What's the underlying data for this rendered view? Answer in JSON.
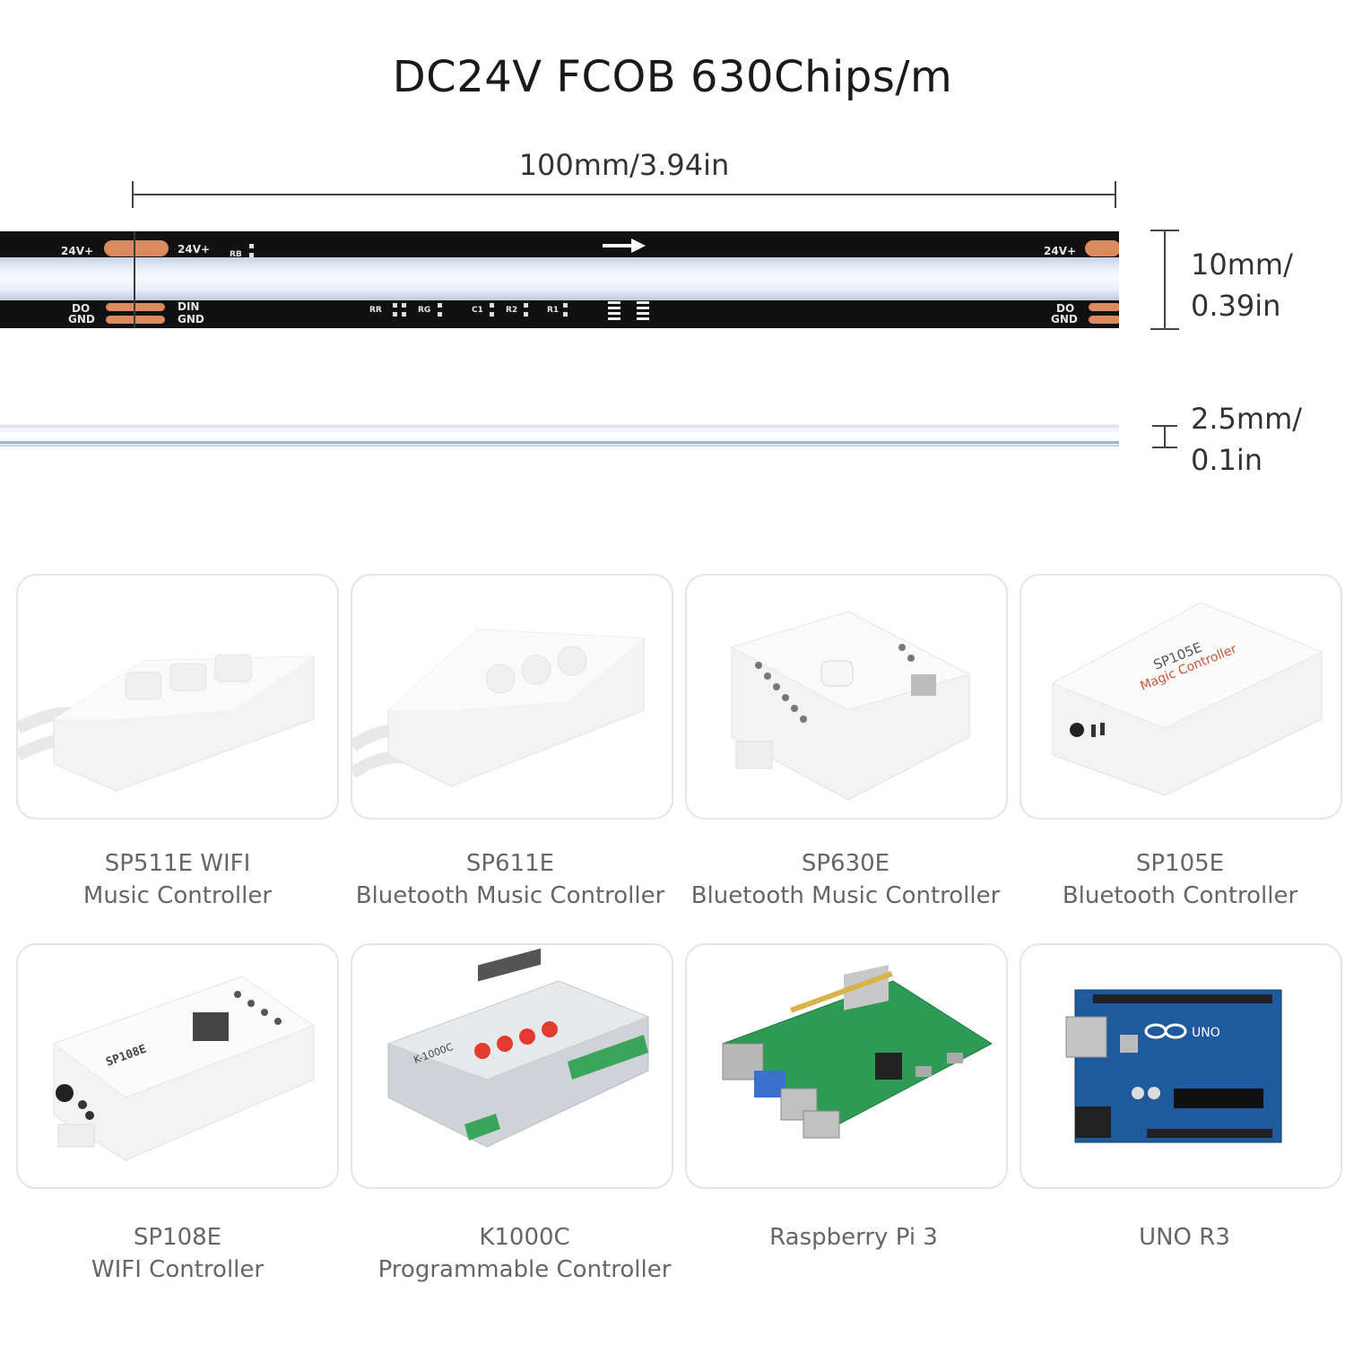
{
  "title": "DC24V FCOB 630Chips/m",
  "dimensions": {
    "length": "100mm/3.94in",
    "width_line1": "10mm/",
    "width_line2": "0.39in",
    "thickness_line1": "2.5mm/",
    "thickness_line2": "0.1in"
  },
  "strip_labels": {
    "left_top_pad": "24V+",
    "left_top_inner": "24V+",
    "rb": "RB",
    "left_bottom_pad_1": "DO",
    "left_bottom_pad_2": "GND",
    "left_bottom_inner_1": "DIN",
    "left_bottom_inner_2": "GND",
    "rr": "RR",
    "rg": "RG",
    "c1": "C1",
    "r2": "R2",
    "r1": "R1",
    "right_top": "24V+",
    "right_bottom_1": "DO",
    "right_bottom_2": "GND"
  },
  "products": [
    {
      "name": "SP511E WIFI",
      "desc": "Music Controller",
      "icon": "sp511e-controller-icon"
    },
    {
      "name": "SP611E",
      "desc": "Bluetooth Music Controller",
      "icon": "sp611e-controller-icon"
    },
    {
      "name": "SP630E",
      "desc": "Bluetooth Music Controller",
      "icon": "sp630e-controller-icon"
    },
    {
      "name": "SP105E",
      "desc": "Bluetooth Controller",
      "icon": "sp105e-controller-icon"
    },
    {
      "name": "SP108E",
      "desc": "WIFI Controller",
      "icon": "sp108e-controller-icon"
    },
    {
      "name": "K1000C",
      "desc": "Programmable Controller",
      "icon": "k1000c-controller-icon"
    },
    {
      "name": "Raspberry Pi 3",
      "desc": "",
      "icon": "raspberry-pi-board-icon"
    },
    {
      "name": "UNO R3",
      "desc": "",
      "icon": "arduino-uno-board-icon"
    }
  ],
  "device_labels": {
    "sp105e_brand": "SP105E",
    "sp105e_sub": "Magic Controller",
    "sp108e_brand": "SP108E",
    "k1000c_brand": "K-1000C",
    "uno_logo": "UNO"
  },
  "colors": {
    "pad_copper": "#d98a5e",
    "strip_black": "#111111",
    "card_border": "#e4e4e4",
    "caption_gray": "#666666",
    "pcb_green": "#2e9a55",
    "arduino_blue": "#1f5a9e"
  }
}
